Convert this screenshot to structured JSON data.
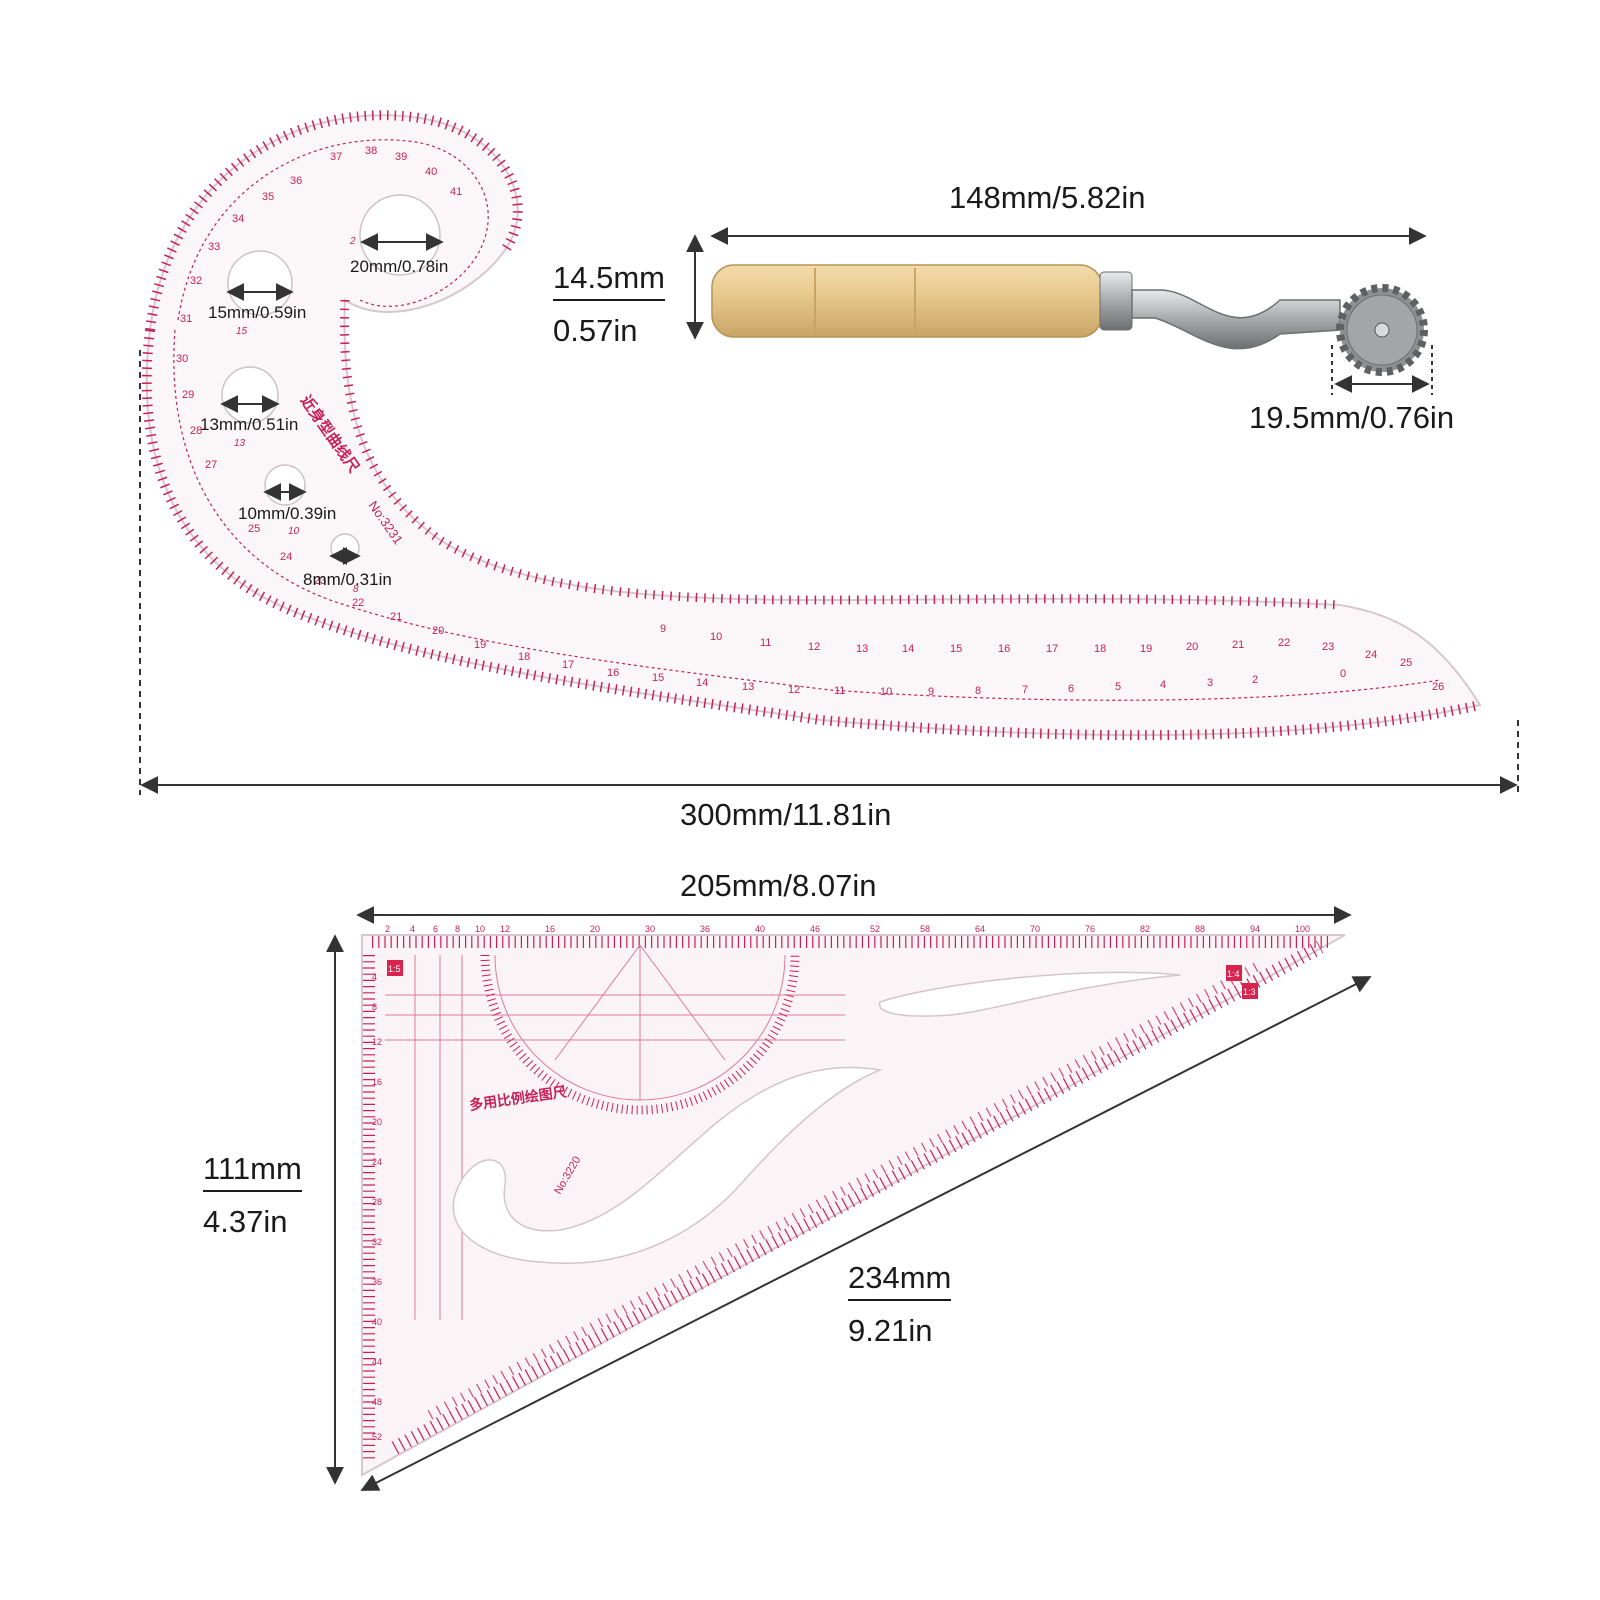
{
  "curve_ruler": {
    "model": "No:3231",
    "chinese_name": "近身型曲线尺",
    "length_label": "300mm/11.81in",
    "holes": [
      {
        "label": "20mm/0.78in",
        "mark": "2"
      },
      {
        "label": "15mm/0.59in",
        "mark": "15"
      },
      {
        "label": "13mm/0.51in",
        "mark": "13"
      },
      {
        "label": "10mm/0.39in",
        "mark": "10"
      },
      {
        "label": "8mm/0.31in",
        "mark": "8"
      }
    ]
  },
  "tracing_wheel": {
    "length_label": "148mm/5.82in",
    "handle_diameter_mm": "14.5mm",
    "handle_diameter_in": "0.57in",
    "wheel_label": "19.5mm/0.76in"
  },
  "triangle_ruler": {
    "model": "No:3220",
    "chinese_name": "多用比例绘图尺",
    "top_label": "205mm/8.07in",
    "height_mm": "111mm",
    "height_in": "4.37in",
    "hyp_mm": "234mm",
    "hyp_in": "9.21in",
    "scales": [
      "1:5",
      "1:4",
      "1:3"
    ]
  },
  "colors": {
    "ink": "#c8205a",
    "dimension": "#333333",
    "wood": "#e3c48a",
    "steel": "#a9abad"
  }
}
